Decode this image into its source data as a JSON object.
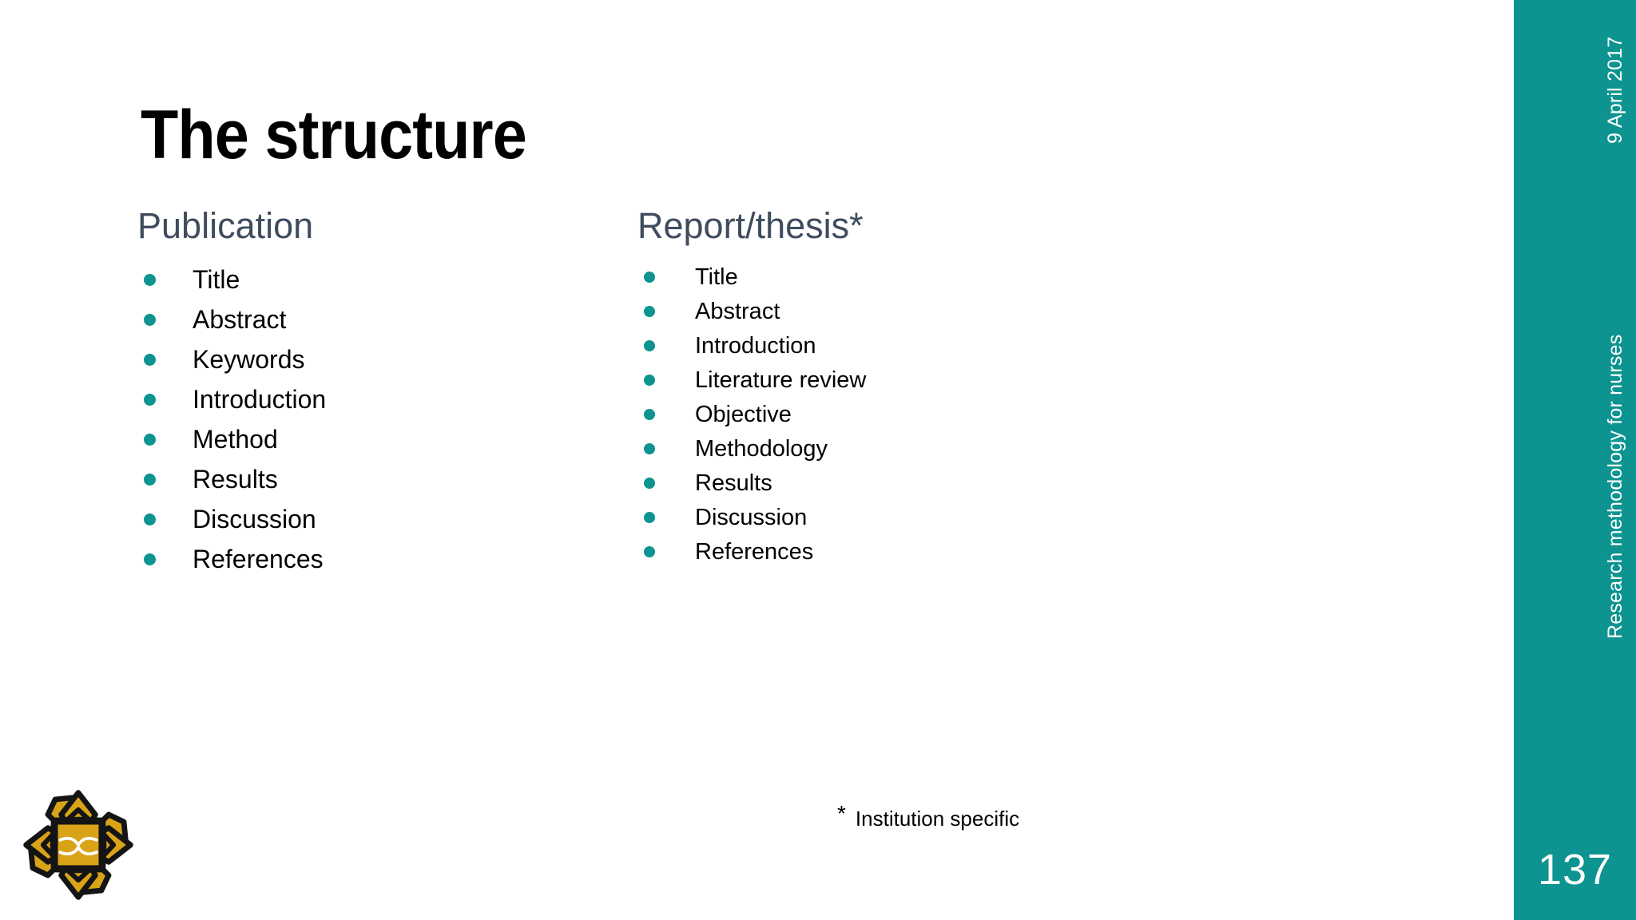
{
  "slide": {
    "title": "The structure",
    "page_number": "137",
    "background_color": "#ffffff",
    "accent_color": "#0d9490",
    "heading_color": "#3e4c5e",
    "logo_gold": "#d9a318",
    "logo_outline": "#141414"
  },
  "sidebar": {
    "date": "9 April 2017",
    "subject": "Research methodology for nurses",
    "background_color": "#0d9490",
    "text_color": "#ffffff"
  },
  "columns": [
    {
      "heading": "Publication",
      "items": [
        "Title",
        "Abstract",
        "Keywords",
        "Introduction",
        "Method",
        "Results",
        "Discussion",
        "References"
      ]
    },
    {
      "heading": "Report/thesis*",
      "items": [
        "Title",
        "Abstract",
        "Introduction",
        "Literature review",
        "Objective",
        "Methodology",
        "Results",
        "Discussion",
        "References"
      ]
    }
  ],
  "footnote": {
    "marker": "*",
    "text": "Institution specific"
  },
  "logo": {
    "name": "institution-emblem",
    "description": "gold lotus rosette with square center and open book"
  }
}
